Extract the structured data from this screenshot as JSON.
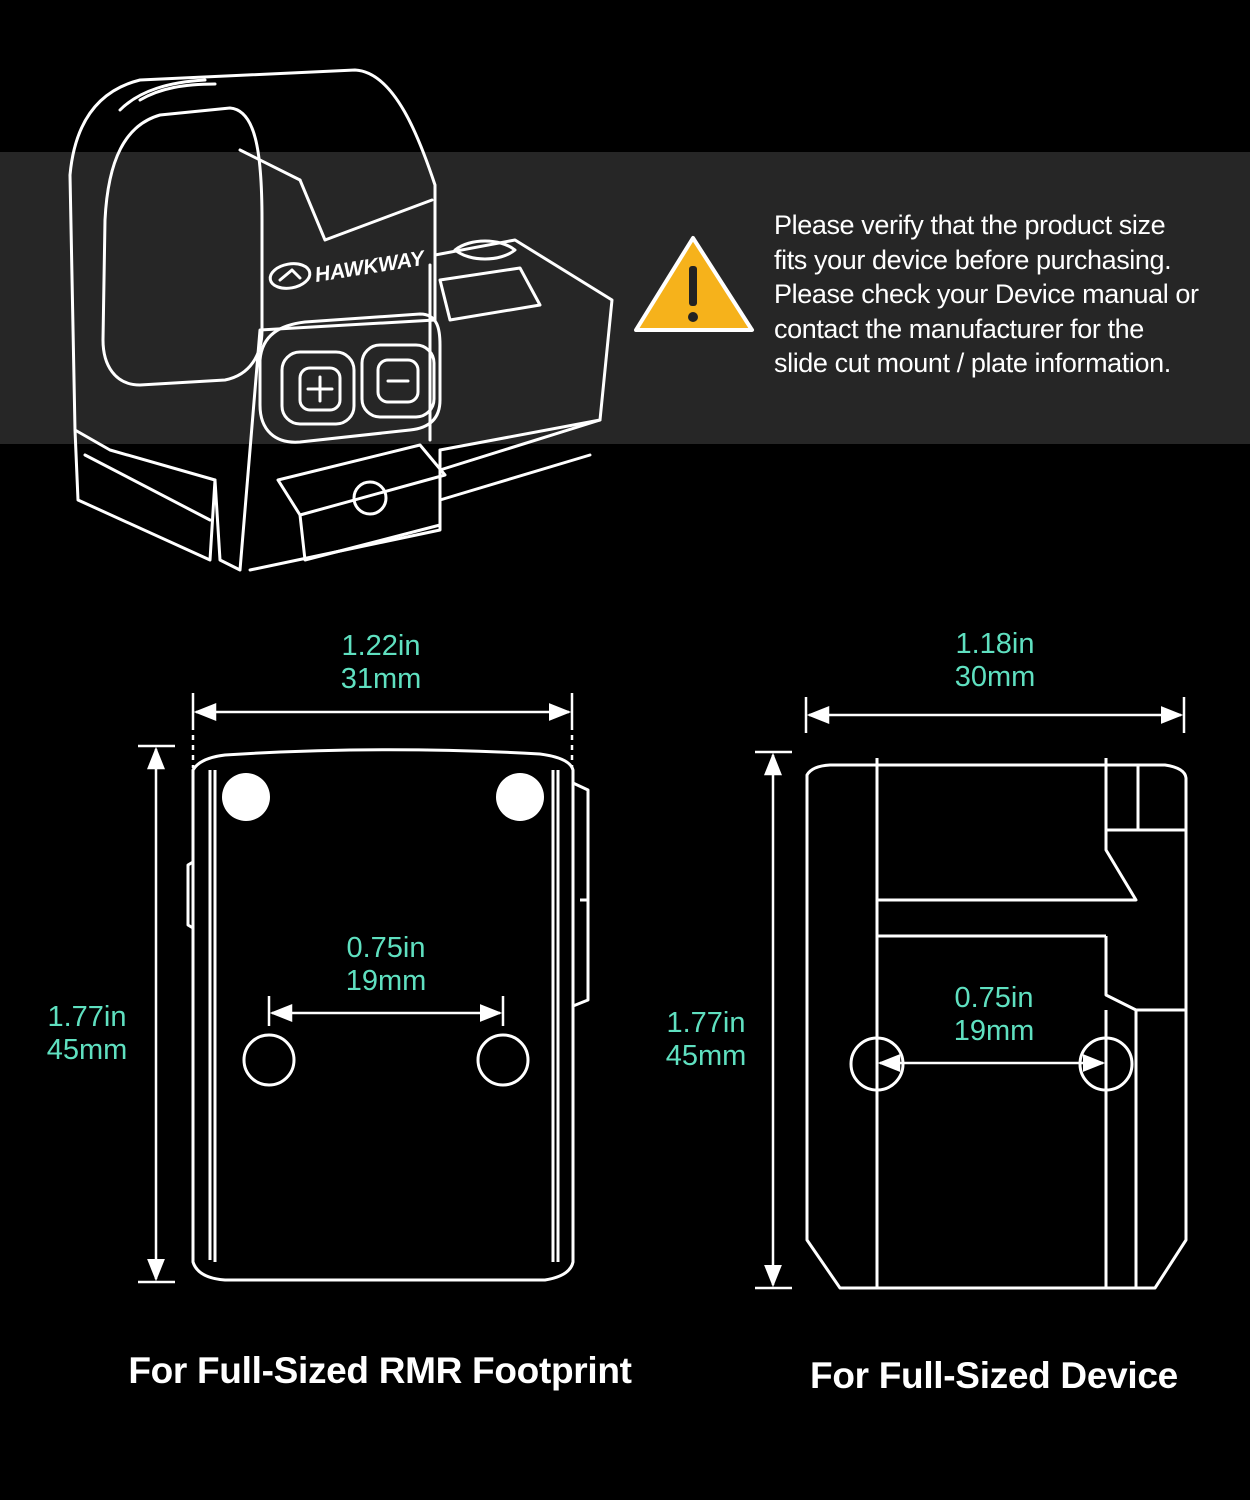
{
  "brand": {
    "logo_text": "HAWKWAY"
  },
  "notice": {
    "lines": [
      "Please verify that the product size",
      "fits your device before purchasing.",
      "Please check your Device manual or",
      "contact the manufacturer for the",
      "slide cut mount / plate information."
    ],
    "warning_color": "#f6b21b"
  },
  "rmr": {
    "width_in": "1.22in",
    "width_mm": "31mm",
    "height_in": "1.77in",
    "height_mm": "45mm",
    "hole_in": "0.75in",
    "hole_mm": "19mm",
    "caption": "For Full-Sized RMR Footprint"
  },
  "device": {
    "width_in": "1.18in",
    "width_mm": "30mm",
    "height_in": "1.77in",
    "height_mm": "45mm",
    "hole_in": "0.75in",
    "hole_mm": "19mm",
    "caption": "For Full-Sized Device"
  },
  "colors": {
    "dimension": "#5fe0c0",
    "band": "#262626",
    "line": "#ffffff"
  }
}
